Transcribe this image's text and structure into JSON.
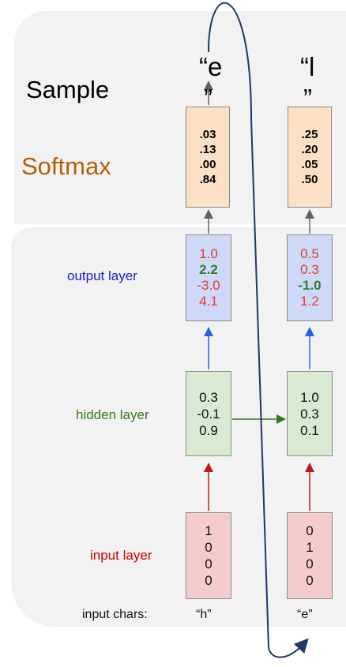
{
  "labels": {
    "sample": "Sample",
    "softmax": "Softmax",
    "output_layer": "output layer",
    "hidden_layer": "hidden layer",
    "input_layer": "input layer",
    "input_chars": "input chars:"
  },
  "columns": [
    {
      "sample_open": "“e",
      "sample_close": "”",
      "softmax": [
        ".03",
        ".13",
        ".00",
        ".84"
      ],
      "output": [
        "1.0",
        "2.2",
        "-3.0",
        "4.1"
      ],
      "hidden": [
        "0.3",
        "-0.1",
        "0.9"
      ],
      "input": [
        "1",
        "0",
        "0",
        "0"
      ],
      "char": "“h”"
    },
    {
      "sample_open": "“l",
      "sample_close": "”",
      "softmax": [
        ".25",
        ".20",
        ".05",
        ".50"
      ],
      "output": [
        "0.5",
        "0.3",
        "-1.0",
        "1.2"
      ],
      "hidden": [
        "1.0",
        "0.3",
        "0.1"
      ],
      "input": [
        "0",
        "1",
        "0",
        "0"
      ],
      "char": "“e”"
    }
  ],
  "colors": {
    "sample_text": "#000000",
    "softmax_text": "#b45f06",
    "output_label": "#1a1acc",
    "hidden_label": "#38761d",
    "input_label": "#cc0000",
    "output_values": "#e53935",
    "output_max": "#2e7d32"
  }
}
